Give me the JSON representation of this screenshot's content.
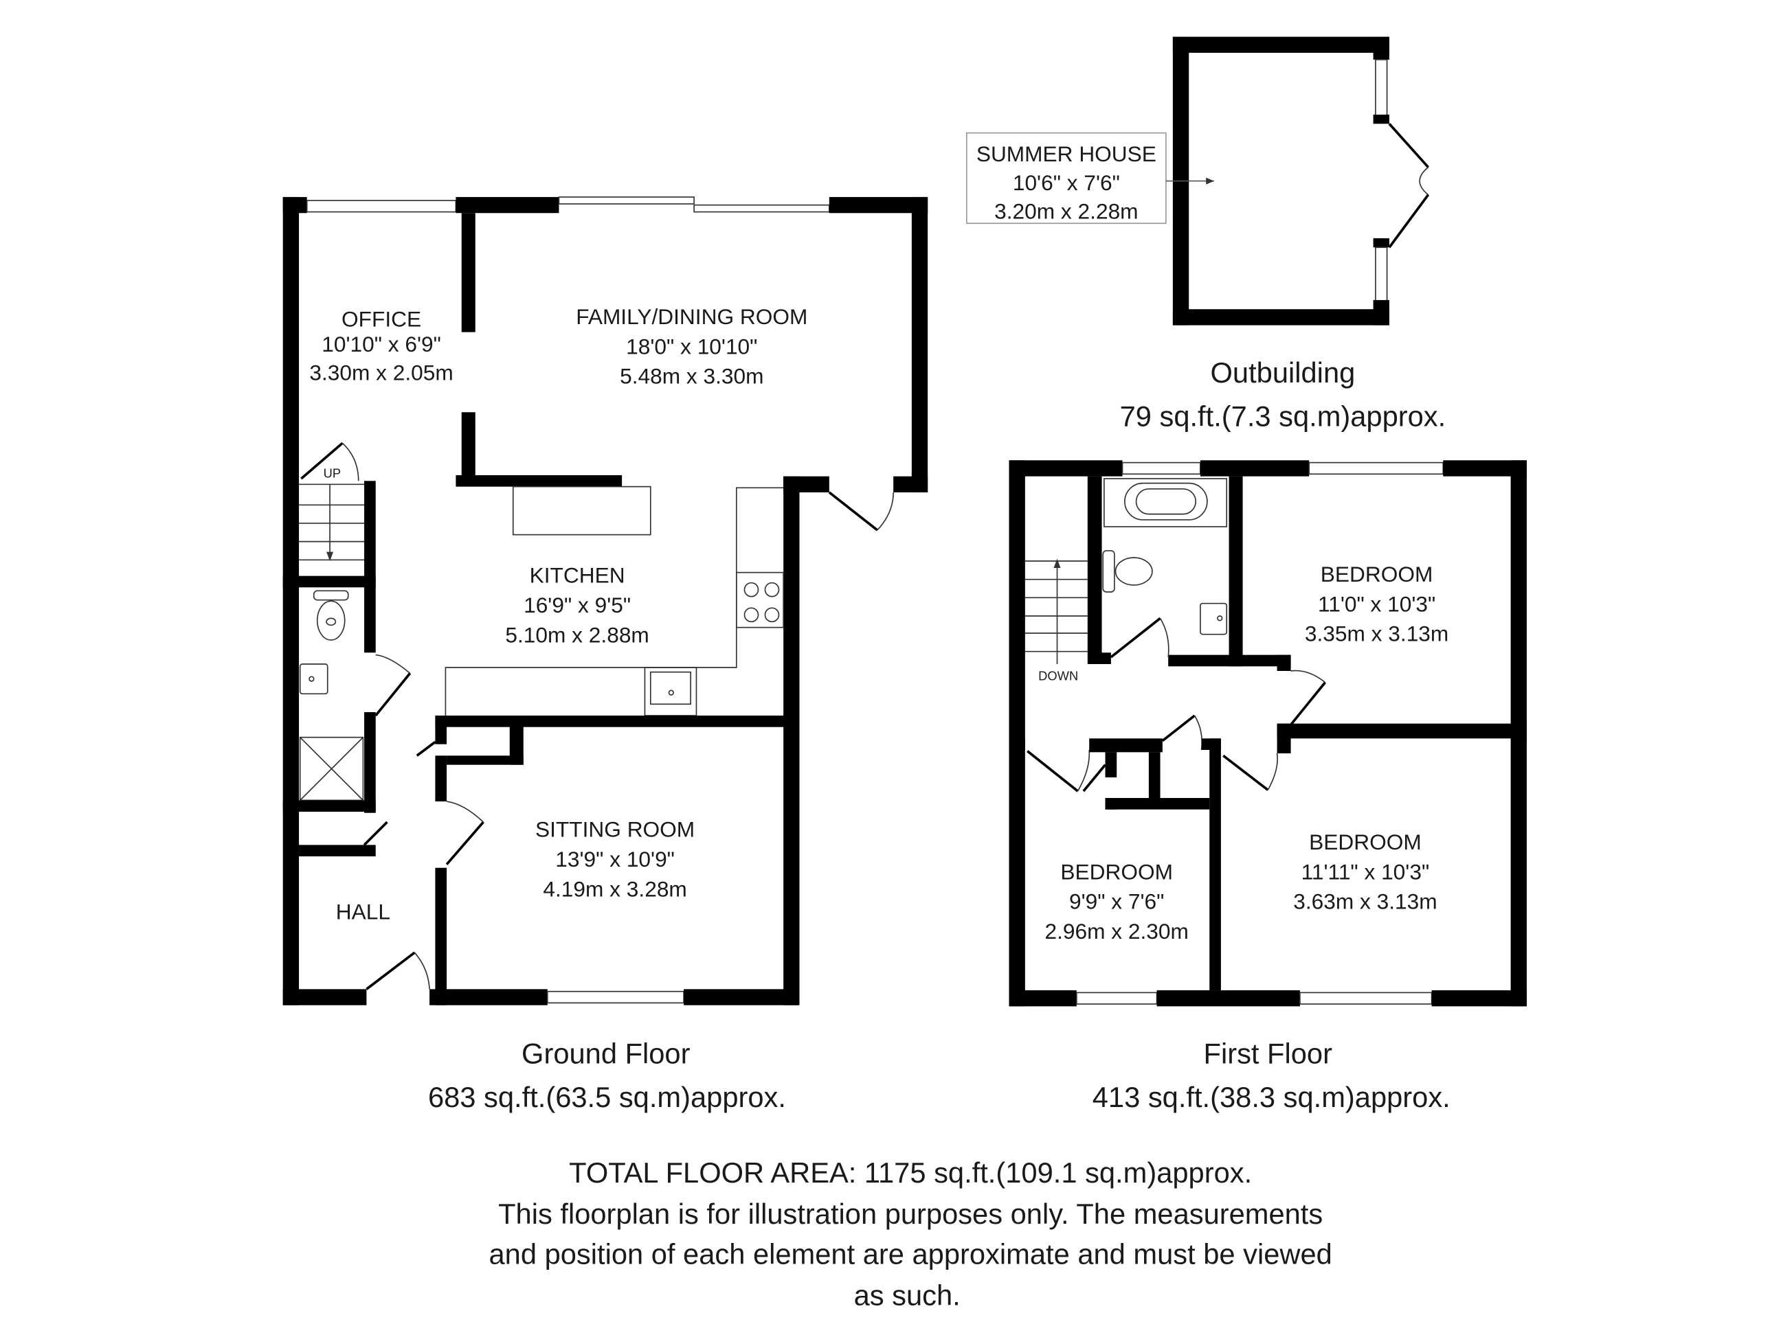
{
  "outbuilding": {
    "room": {
      "name": "SUMMER HOUSE",
      "imperial": "10'6\" x 7'6\"",
      "metric": "3.20m x 2.28m"
    },
    "title": "Outbuilding",
    "area": "79 sq.ft.(7.3 sq.m)approx."
  },
  "ground_floor": {
    "title": "Ground Floor",
    "area": "683 sq.ft.(63.5 sq.m)approx.",
    "stairs_label": "UP",
    "rooms": [
      {
        "name": "OFFICE",
        "imperial": "10'10\" x 6'9\"",
        "metric": "3.30m x 2.05m"
      },
      {
        "name": "FAMILY/DINING ROOM",
        "imperial": "18'0\" x 10'10\"",
        "metric": "5.48m x 3.30m"
      },
      {
        "name": "KITCHEN",
        "imperial": "16'9\" x 9'5\"",
        "metric": "5.10m x 2.88m"
      },
      {
        "name": "SITTING ROOM",
        "imperial": "13'9\" x 10'9\"",
        "metric": "4.19m x 3.28m"
      },
      {
        "name": "HALL"
      }
    ]
  },
  "first_floor": {
    "title": "First Floor",
    "area": "413 sq.ft.(38.3 sq.m)approx.",
    "stairs_label": "DOWN",
    "rooms": [
      {
        "name": "BEDROOM",
        "imperial": "11'0\" x 10'3\"",
        "metric": "3.35m x 3.13m"
      },
      {
        "name": "BEDROOM",
        "imperial": "11'11\" x 10'3\"",
        "metric": "3.63m x 3.13m"
      },
      {
        "name": "BEDROOM",
        "imperial": "9'9\" x 7'6\"",
        "metric": "2.96m x 2.30m"
      }
    ]
  },
  "footer": {
    "total": "TOTAL FLOOR AREA: 1175 sq.ft.(109.1 sq.m)approx.",
    "disclaimer_lines": [
      "This floorplan is for illustration purposes only. The measurements",
      "and position of each element are approximate and must be viewed",
      "as such."
    ]
  }
}
